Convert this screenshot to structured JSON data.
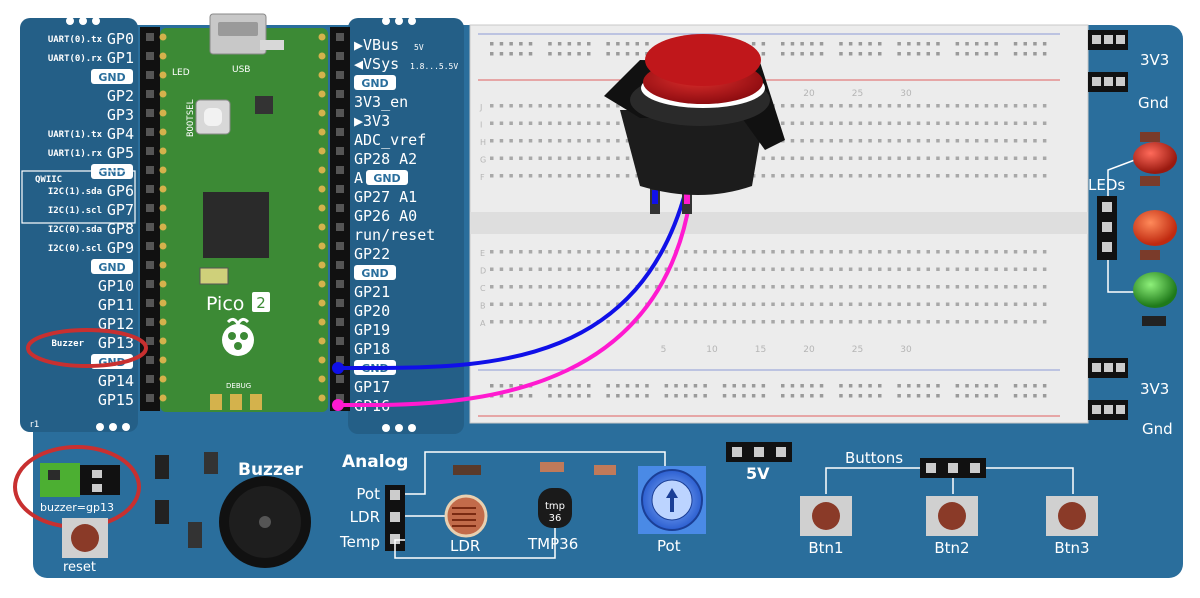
{
  "colors": {
    "board": "#2a6e9c",
    "board_dark": "#245f87",
    "pcb_green": "#3c8a35",
    "breadboard": "#ececec",
    "button_red": "#c0171b",
    "wire_blue": "#1010e8",
    "wire_pink": "#ff1ad0",
    "highlight_ring": "#c83030"
  },
  "pico": {
    "left_pins": [
      "GP0",
      "GP1",
      "GND",
      "GP2",
      "GP3",
      "GP4",
      "GP5",
      "GND",
      "GP6",
      "GP7",
      "GP8",
      "GP9",
      "GND",
      "GP10",
      "GP11",
      "GP12",
      "GP13",
      "GND",
      "GP14",
      "GP15"
    ],
    "left_alt": [
      "UART(0).tx",
      "UART(0).rx",
      "",
      "",
      "",
      "UART(1).tx",
      "UART(1).rx",
      "",
      "I2C(1).sda",
      "I2C(1).scl",
      "I2C(0).sda",
      "I2C(0).scl",
      "",
      "",
      "",
      "",
      "Buzzer",
      "",
      "",
      ""
    ],
    "qwiic_label": "QWIIC",
    "right_pins": [
      "▶VBus",
      "◀VSys",
      "GND",
      "3V3_en",
      "▶3V3",
      "ADC_vref",
      "GP28 A2",
      "GND",
      "GP27 A1",
      "GP26 A0",
      "run/reset",
      "GP22",
      "GND",
      "GP21",
      "GP20",
      "GP19",
      "GP18",
      "GND",
      "GP17",
      "GP16"
    ],
    "vbus_suffix": "5V",
    "vsys_suffix": "1.8...5.5V",
    "agnd_prefix": "A",
    "pcb_text": {
      "name": "Pico",
      "badge": "2",
      "led": "LED",
      "usb": "USB",
      "bootsel": "BOOTSEL",
      "debug": "DEBUG"
    }
  },
  "rails": {
    "top_3v3": "3V3",
    "top_gnd": "Gnd",
    "bottom_3v3": "3V3",
    "bottom_gnd": "Gnd",
    "leds": "LEDs"
  },
  "breadboard": {
    "col_numbers": [
      "5",
      "10",
      "15",
      "20",
      "25",
      "30"
    ],
    "row_letters_top": [
      "J",
      "I",
      "H",
      "G",
      "F"
    ],
    "row_letters_bottom": [
      "E",
      "D",
      "C",
      "B",
      "A"
    ]
  },
  "bottom": {
    "buzzer_title": "Buzzer",
    "jumper_label": "buzzer=gp13",
    "reset": "reset",
    "analog_title": "Analog",
    "analog_pins": [
      "Pot",
      "LDR",
      "Temp"
    ],
    "ldr_label": "LDR",
    "tmp_label": "TMP36",
    "tmp_chip_line1": "tmp",
    "tmp_chip_line2": "36",
    "pot_label": "Pot",
    "v5_label": "5V",
    "buttons_title": "Buttons",
    "buttons": [
      "Btn1",
      "Btn2",
      "Btn3"
    ],
    "corner_mark": "r1"
  }
}
